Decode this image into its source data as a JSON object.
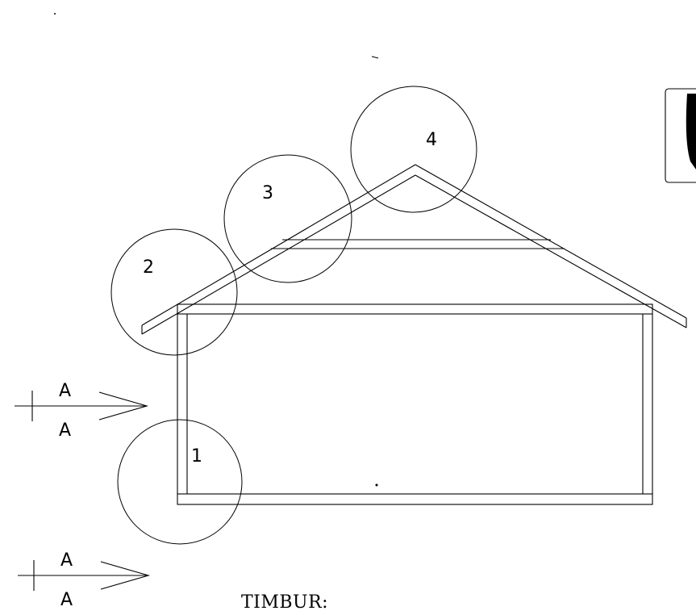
{
  "detail_markers": [
    "1",
    "2",
    "3",
    "4"
  ],
  "section_cuts": [
    {
      "top_label": "A",
      "bottom_label": "A"
    },
    {
      "top_label": "A",
      "bottom_label": "A"
    }
  ],
  "caption": "TIMBUR:"
}
